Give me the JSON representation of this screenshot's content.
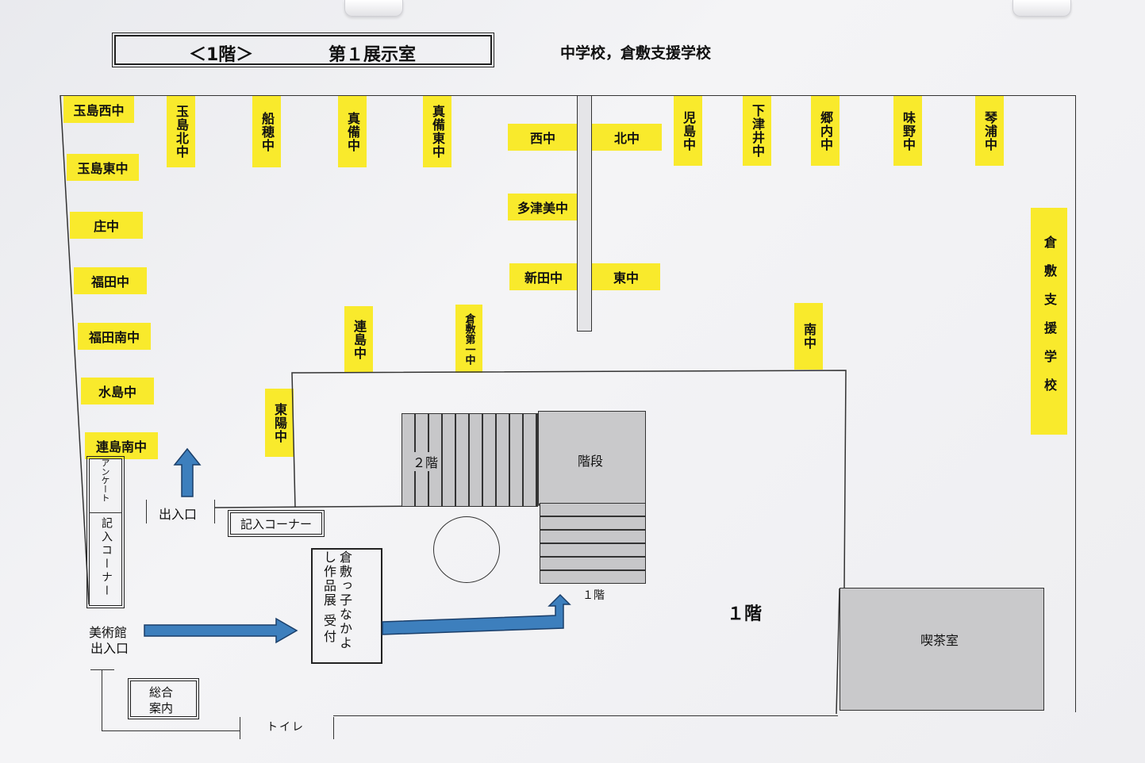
{
  "header": {
    "floor": "＜1階＞",
    "room": "第１展示室",
    "subtitle": "中学校，倉敷支援学校"
  },
  "schools": {
    "tamashima_nishi": "玉島西中",
    "tamashima_higashi": "玉島東中",
    "sho": "庄中",
    "fukuda": "福田中",
    "fukuda_minami": "福田南中",
    "mizushima": "水島中",
    "tsurajima_minami": "連島南中",
    "tamashima_kita": "玉島北中",
    "funao": "船穂中",
    "mabi": "真備中",
    "mabi_higashi": "真備東中",
    "nishi": "西中",
    "kita": "北中",
    "tatsumi": "多津美中",
    "niita": "新田中",
    "higashi": "東中",
    "kojima": "児島中",
    "shimotsui": "下津井中",
    "gonai": "郷内中",
    "ajino": "味野中",
    "kotoura": "琴浦中",
    "kurashiki_shien": "倉敷支援学校",
    "tsurajima": "連島中",
    "kurashiki_daiichi": "倉敷第一中",
    "minami": "南中",
    "toyo": "東陽中"
  },
  "areas": {
    "second_floor": "２階",
    "stairs": "階段",
    "first_floor_small": "１階",
    "first_floor_big": "１階",
    "cafe": "喫茶室",
    "entrance": "出入口",
    "entry_corner": "記入コーナー",
    "survey": "アンケート",
    "entry_corner_vertical": "記入コーナー",
    "reception_exhibit": "倉敷っ子なかよし作品展",
    "reception": "受付",
    "museum_entrance_1": "美術館",
    "museum_entrance_2": "出入口",
    "info_1": "総合",
    "info_2": "案内",
    "toilet": "トイレ"
  },
  "colors": {
    "tag": "#f9ea2c",
    "arrow": "#3d7fbd",
    "gray": "#c9c9cb"
  },
  "icons": {
    "arrow_up": "arrow-up-icon",
    "arrow_right": "arrow-right-icon",
    "arrow_corner": "arrow-corner-up-icon"
  }
}
